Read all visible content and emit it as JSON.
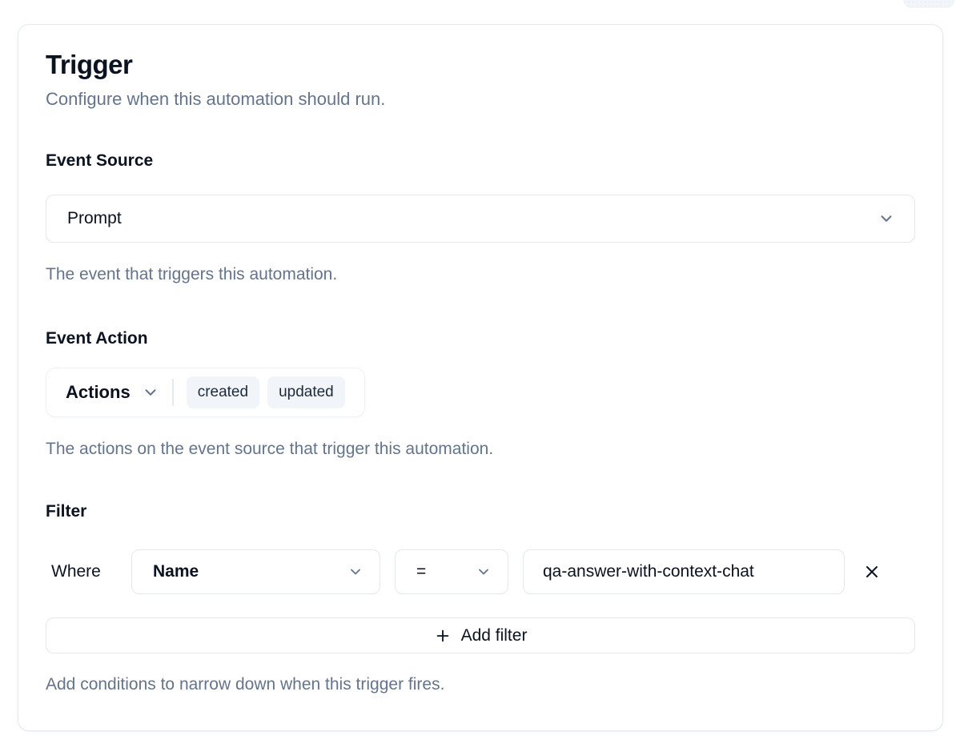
{
  "page": {
    "title": "Trigger",
    "subtitle": "Configure when this automation should run."
  },
  "event_source": {
    "label": "Event Source",
    "selected": "Prompt",
    "helper": "The event that triggers this automation."
  },
  "event_action": {
    "label": "Event Action",
    "dropdown_label": "Actions",
    "selected_tags": [
      "created",
      "updated"
    ],
    "helper": "The actions on the event source that trigger this automation."
  },
  "filter": {
    "label": "Filter",
    "row": {
      "prefix": "Where",
      "field": "Name",
      "operator": "=",
      "value": "qa-answer-with-context-chat"
    },
    "add_button_label": "Add filter",
    "helper": "Add conditions to narrow down when this trigger fires."
  },
  "icons": {
    "dropdown": "chevron-down",
    "add": "plus",
    "remove": "x"
  },
  "colors": {
    "border": "#e2e8f0",
    "text_primary": "#0b1220",
    "text_muted": "#64748b",
    "tag_background": "#f1f5f9"
  }
}
